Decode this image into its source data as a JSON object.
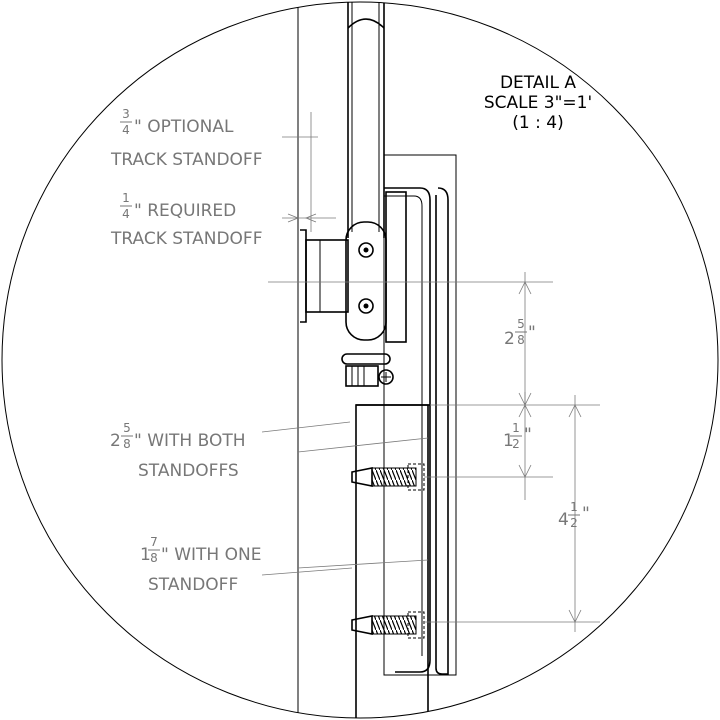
{
  "detail": {
    "line1": "DETAIL A",
    "line2": "SCALE 3\"=1'",
    "line3": "(1 : 4)"
  },
  "callouts": {
    "optional": {
      "whole": "",
      "num": "3",
      "den": "4",
      "text": "\" OPTIONAL",
      "line2": "TRACK STANDOFF"
    },
    "required": {
      "whole": "",
      "num": "1",
      "den": "4",
      "text": "\" REQUIRED",
      "line2": "TRACK STANDOFF"
    },
    "both": {
      "whole": "2",
      "num": "5",
      "den": "8",
      "text": "\" WITH BOTH",
      "line2": "STANDOFFS"
    },
    "one": {
      "whole": "1",
      "num": "7",
      "den": "8",
      "text": "\" WITH ONE",
      "line2": "STANDOFF"
    }
  },
  "dimensions": {
    "d1": {
      "whole": "2",
      "num": "5",
      "den": "8",
      "unit": "\""
    },
    "d2": {
      "whole": "1",
      "num": "1",
      "den": "2",
      "unit": "\""
    },
    "d3": {
      "whole": "4",
      "num": "1",
      "den": "2",
      "unit": "\""
    }
  }
}
